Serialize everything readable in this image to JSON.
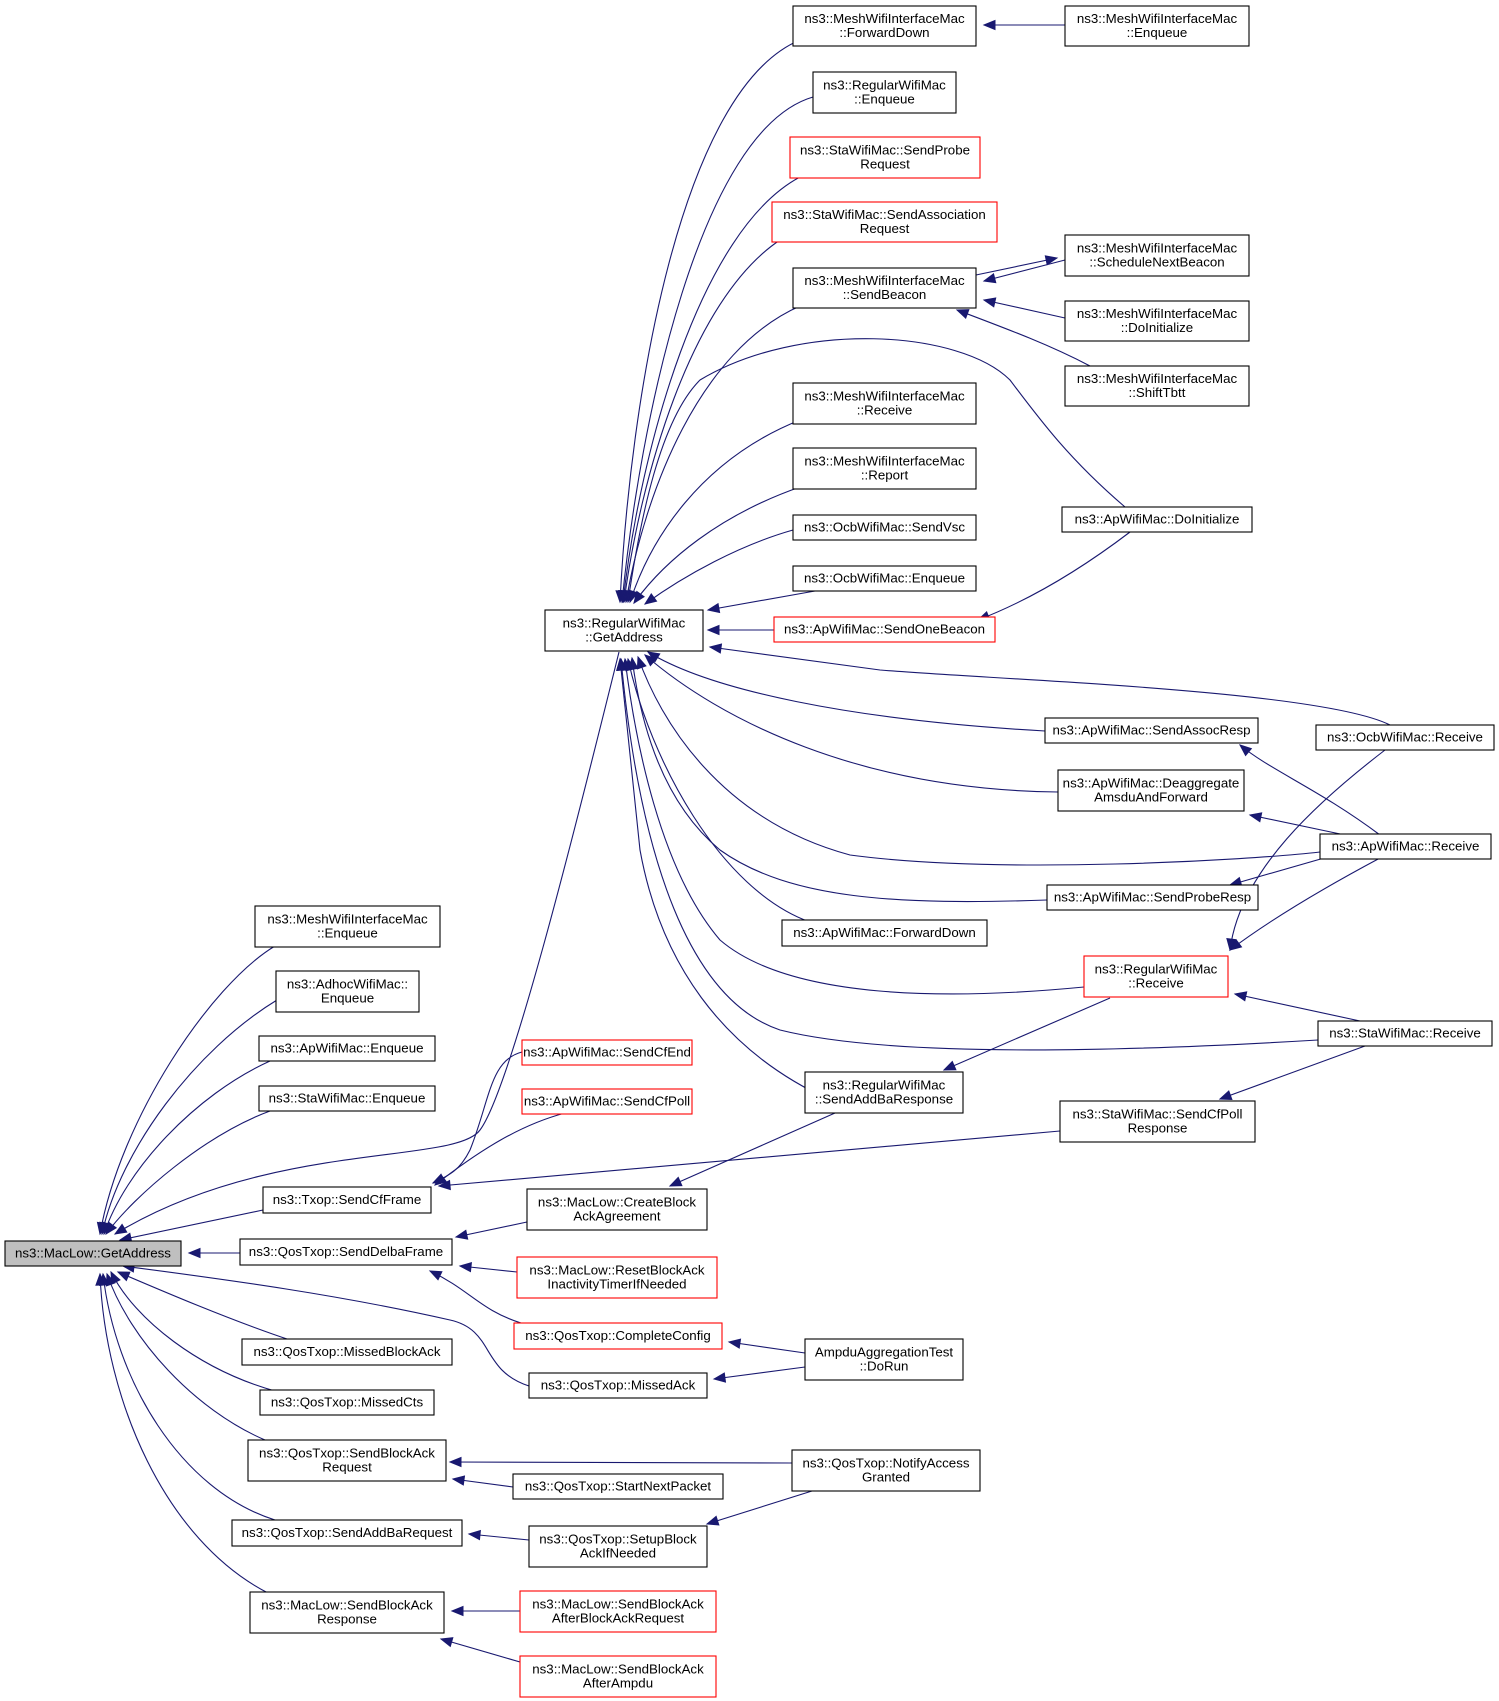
{
  "diagram": {
    "root": "n_root",
    "colors": {
      "edge": "#191970",
      "root_fill": "#bfbfbf",
      "highlight_border": "#ff0000"
    },
    "nodes": [
      {
        "id": "n_root",
        "lines": [
          "ns3::MacLow::GetAddress"
        ],
        "style": "root"
      },
      {
        "id": "n_mesh_enq_l",
        "lines": [
          "ns3::MeshWifiInterfaceMac",
          "::Enqueue"
        ],
        "style": "normal"
      },
      {
        "id": "n_adhoc_enq",
        "lines": [
          "ns3::AdhocWifiMac::",
          "Enqueue"
        ],
        "style": "normal"
      },
      {
        "id": "n_ap_enq",
        "lines": [
          "ns3::ApWifiMac::Enqueue"
        ],
        "style": "normal"
      },
      {
        "id": "n_sta_enq",
        "lines": [
          "ns3::StaWifiMac::Enqueue"
        ],
        "style": "normal"
      },
      {
        "id": "n_txop_cf",
        "lines": [
          "ns3::Txop::SendCfFrame"
        ],
        "style": "normal"
      },
      {
        "id": "n_qos_delba",
        "lines": [
          "ns3::QosTxop::SendDelbaFrame"
        ],
        "style": "normal"
      },
      {
        "id": "n_qos_mba",
        "lines": [
          "ns3::QosTxop::MissedBlockAck"
        ],
        "style": "normal"
      },
      {
        "id": "n_qos_mcts",
        "lines": [
          "ns3::QosTxop::MissedCts"
        ],
        "style": "normal"
      },
      {
        "id": "n_qos_sbar",
        "lines": [
          "ns3::QosTxop::SendBlockAck",
          "Request"
        ],
        "style": "normal"
      },
      {
        "id": "n_qos_saddba",
        "lines": [
          "ns3::QosTxop::SendAddBaRequest"
        ],
        "style": "normal"
      },
      {
        "id": "n_ml_sbaresp",
        "lines": [
          "ns3::MacLow::SendBlockAck",
          "Response"
        ],
        "style": "normal"
      },
      {
        "id": "n_rw_getaddr",
        "lines": [
          "ns3::RegularWifiMac",
          "::GetAddress"
        ],
        "style": "normal"
      },
      {
        "id": "n_ap_cfend",
        "lines": [
          "ns3::ApWifiMac::SendCfEnd"
        ],
        "style": "red"
      },
      {
        "id": "n_ap_cfpoll",
        "lines": [
          "ns3::ApWifiMac::SendCfPoll"
        ],
        "style": "red"
      },
      {
        "id": "n_ml_createba",
        "lines": [
          "ns3::MacLow::CreateBlock",
          "AckAgreement"
        ],
        "style": "normal"
      },
      {
        "id": "n_ml_resetba",
        "lines": [
          "ns3::MacLow::ResetBlockAck",
          "InactivityTimerIfNeeded"
        ],
        "style": "red"
      },
      {
        "id": "n_qos_complete",
        "lines": [
          "ns3::QosTxop::CompleteConfig"
        ],
        "style": "red"
      },
      {
        "id": "n_qos_missedack",
        "lines": [
          "ns3::QosTxop::MissedAck"
        ],
        "style": "normal"
      },
      {
        "id": "n_qos_startnext",
        "lines": [
          "ns3::QosTxop::StartNextPacket"
        ],
        "style": "normal"
      },
      {
        "id": "n_qos_setupba",
        "lines": [
          "ns3::QosTxop::SetupBlock",
          "AckIfNeeded"
        ],
        "style": "normal"
      },
      {
        "id": "n_ml_sbaafterreq",
        "lines": [
          "ns3::MacLow::SendBlockAck",
          "AfterBlockAckRequest"
        ],
        "style": "red"
      },
      {
        "id": "n_ml_sbaafterampdu",
        "lines": [
          "ns3::MacLow::SendBlockAck",
          "AfterAmpdu"
        ],
        "style": "red"
      },
      {
        "id": "n_mesh_fwddown",
        "lines": [
          "ns3::MeshWifiInterfaceMac",
          "::ForwardDown"
        ],
        "style": "normal"
      },
      {
        "id": "n_rw_enq",
        "lines": [
          "ns3::RegularWifiMac",
          "::Enqueue"
        ],
        "style": "normal"
      },
      {
        "id": "n_sta_probe",
        "lines": [
          "ns3::StaWifiMac::SendProbe",
          "Request"
        ],
        "style": "red"
      },
      {
        "id": "n_sta_assoc",
        "lines": [
          "ns3::StaWifiMac::SendAssociation",
          "Request"
        ],
        "style": "red"
      },
      {
        "id": "n_mesh_beacon",
        "lines": [
          "ns3::MeshWifiInterfaceMac",
          "::SendBeacon"
        ],
        "style": "normal"
      },
      {
        "id": "n_mesh_recv",
        "lines": [
          "ns3::MeshWifiInterfaceMac",
          "::Receive"
        ],
        "style": "normal"
      },
      {
        "id": "n_mesh_report",
        "lines": [
          "ns3::MeshWifiInterfaceMac",
          "::Report"
        ],
        "style": "normal"
      },
      {
        "id": "n_ocb_vsc",
        "lines": [
          "ns3::OcbWifiMac::SendVsc"
        ],
        "style": "normal"
      },
      {
        "id": "n_ocb_enq",
        "lines": [
          "ns3::OcbWifiMac::Enqueue"
        ],
        "style": "normal"
      },
      {
        "id": "n_ap_onebeacon",
        "lines": [
          "ns3::ApWifiMac::SendOneBeacon"
        ],
        "style": "red"
      },
      {
        "id": "n_ap_assocresp",
        "lines": [
          "ns3::ApWifiMac::SendAssocResp"
        ],
        "style": "normal"
      },
      {
        "id": "n_ap_deagg",
        "lines": [
          "ns3::ApWifiMac::Deaggregate",
          "AmsduAndForward"
        ],
        "style": "normal"
      },
      {
        "id": "n_ap_proberesp",
        "lines": [
          "ns3::ApWifiMac::SendProbeResp"
        ],
        "style": "normal"
      },
      {
        "id": "n_ap_fwddown",
        "lines": [
          "ns3::ApWifiMac::ForwardDown"
        ],
        "style": "normal"
      },
      {
        "id": "n_rw_recv",
        "lines": [
          "ns3::RegularWifiMac",
          "::Receive"
        ],
        "style": "red"
      },
      {
        "id": "n_rw_addbaresp",
        "lines": [
          "ns3::RegularWifiMac",
          "::SendAddBaResponse"
        ],
        "style": "normal"
      },
      {
        "id": "n_sta_cfpollresp",
        "lines": [
          "ns3::StaWifiMac::SendCfPoll",
          "Response"
        ],
        "style": "normal"
      },
      {
        "id": "n_ampdu_test",
        "lines": [
          "AmpduAggregationTest",
          "::DoRun"
        ],
        "style": "normal"
      },
      {
        "id": "n_qos_notify",
        "lines": [
          "ns3::QosTxop::NotifyAccess",
          "Granted"
        ],
        "style": "normal"
      },
      {
        "id": "n_mesh_enq_r",
        "lines": [
          "ns3::MeshWifiInterfaceMac",
          "::Enqueue"
        ],
        "style": "normal"
      },
      {
        "id": "n_mesh_schedbeacon",
        "lines": [
          "ns3::MeshWifiInterfaceMac",
          "::ScheduleNextBeacon"
        ],
        "style": "normal"
      },
      {
        "id": "n_mesh_doinit",
        "lines": [
          "ns3::MeshWifiInterfaceMac",
          "::DoInitialize"
        ],
        "style": "normal"
      },
      {
        "id": "n_mesh_shift",
        "lines": [
          "ns3::MeshWifiInterfaceMac",
          "::ShiftTbtt"
        ],
        "style": "normal"
      },
      {
        "id": "n_ap_doinit",
        "lines": [
          "ns3::ApWifiMac::DoInitialize"
        ],
        "style": "normal"
      },
      {
        "id": "n_ocb_recv",
        "lines": [
          "ns3::OcbWifiMac::Receive"
        ],
        "style": "normal"
      },
      {
        "id": "n_ap_recv",
        "lines": [
          "ns3::ApWifiMac::Receive"
        ],
        "style": "normal"
      },
      {
        "id": "n_sta_recv",
        "lines": [
          "ns3::StaWifiMac::Receive"
        ],
        "style": "normal"
      }
    ],
    "edges": [
      {
        "from": "n_mesh_enq_l",
        "to": "n_root"
      },
      {
        "from": "n_adhoc_enq",
        "to": "n_root"
      },
      {
        "from": "n_ap_enq",
        "to": "n_root"
      },
      {
        "from": "n_sta_enq",
        "to": "n_root"
      },
      {
        "from": "n_rw_getaddr",
        "to": "n_root"
      },
      {
        "from": "n_txop_cf",
        "to": "n_root"
      },
      {
        "from": "n_qos_delba",
        "to": "n_root"
      },
      {
        "from": "n_qos_missedack",
        "to": "n_root"
      },
      {
        "from": "n_qos_mba",
        "to": "n_root"
      },
      {
        "from": "n_qos_mcts",
        "to": "n_root"
      },
      {
        "from": "n_qos_sbar",
        "to": "n_root"
      },
      {
        "from": "n_qos_saddba",
        "to": "n_root"
      },
      {
        "from": "n_ml_sbaresp",
        "to": "n_root"
      },
      {
        "from": "n_ap_cfend",
        "to": "n_txop_cf"
      },
      {
        "from": "n_ap_cfpoll",
        "to": "n_txop_cf"
      },
      {
        "from": "n_sta_cfpollresp",
        "to": "n_txop_cf"
      },
      {
        "from": "n_ml_createba",
        "to": "n_qos_delba"
      },
      {
        "from": "n_ml_resetba",
        "to": "n_qos_delba"
      },
      {
        "from": "n_qos_complete",
        "to": "n_qos_delba"
      },
      {
        "from": "n_qos_notify",
        "to": "n_qos_sbar"
      },
      {
        "from": "n_qos_startnext",
        "to": "n_qos_sbar"
      },
      {
        "from": "n_qos_setupba",
        "to": "n_qos_saddba"
      },
      {
        "from": "n_ml_sbaafterreq",
        "to": "n_ml_sbaresp"
      },
      {
        "from": "n_ml_sbaafterampdu",
        "to": "n_ml_sbaresp"
      },
      {
        "from": "n_rw_addbaresp",
        "to": "n_ml_createba"
      },
      {
        "from": "n_ampdu_test",
        "to": "n_qos_complete"
      },
      {
        "from": "n_ampdu_test",
        "to": "n_qos_missedack"
      },
      {
        "from": "n_qos_notify",
        "to": "n_qos_setupba"
      },
      {
        "from": "n_mesh_fwddown",
        "to": "n_rw_getaddr"
      },
      {
        "from": "n_rw_enq",
        "to": "n_rw_getaddr"
      },
      {
        "from": "n_sta_probe",
        "to": "n_rw_getaddr"
      },
      {
        "from": "n_sta_assoc",
        "to": "n_rw_getaddr"
      },
      {
        "from": "n_mesh_beacon",
        "to": "n_rw_getaddr"
      },
      {
        "from": "n_ap_doinit",
        "to": "n_rw_getaddr"
      },
      {
        "from": "n_mesh_recv",
        "to": "n_rw_getaddr"
      },
      {
        "from": "n_mesh_report",
        "to": "n_rw_getaddr"
      },
      {
        "from": "n_ocb_vsc",
        "to": "n_rw_getaddr"
      },
      {
        "from": "n_ocb_enq",
        "to": "n_rw_getaddr"
      },
      {
        "from": "n_ap_onebeacon",
        "to": "n_rw_getaddr"
      },
      {
        "from": "n_ocb_recv",
        "to": "n_rw_getaddr"
      },
      {
        "from": "n_ap_assocresp",
        "to": "n_rw_getaddr"
      },
      {
        "from": "n_ap_deagg",
        "to": "n_rw_getaddr"
      },
      {
        "from": "n_ap_recv",
        "to": "n_rw_getaddr"
      },
      {
        "from": "n_ap_proberesp",
        "to": "n_rw_getaddr"
      },
      {
        "from": "n_ap_fwddown",
        "to": "n_rw_getaddr"
      },
      {
        "from": "n_rw_recv",
        "to": "n_rw_getaddr"
      },
      {
        "from": "n_sta_recv",
        "to": "n_rw_getaddr"
      },
      {
        "from": "n_rw_addbaresp",
        "to": "n_rw_getaddr"
      },
      {
        "from": "n_mesh_enq_r",
        "to": "n_mesh_fwddown"
      },
      {
        "from": "n_mesh_schedbeacon",
        "to": "n_mesh_beacon"
      },
      {
        "from": "n_mesh_beacon",
        "to": "n_mesh_schedbeacon"
      },
      {
        "from": "n_mesh_doinit",
        "to": "n_mesh_beacon"
      },
      {
        "from": "n_mesh_shift",
        "to": "n_mesh_beacon"
      },
      {
        "from": "n_ap_doinit",
        "to": "n_ap_onebeacon"
      },
      {
        "from": "n_ap_recv",
        "to": "n_ap_assocresp"
      },
      {
        "from": "n_ap_recv",
        "to": "n_ap_deagg"
      },
      {
        "from": "n_ap_recv",
        "to": "n_ap_proberesp"
      },
      {
        "from": "n_ap_recv",
        "to": "n_rw_recv"
      },
      {
        "from": "n_ocb_recv",
        "to": "n_rw_recv"
      },
      {
        "from": "n_sta_recv",
        "to": "n_rw_recv"
      },
      {
        "from": "n_rw_recv",
        "to": "n_rw_addbaresp"
      },
      {
        "from": "n_sta_recv",
        "to": "n_sta_cfpollresp"
      }
    ]
  }
}
